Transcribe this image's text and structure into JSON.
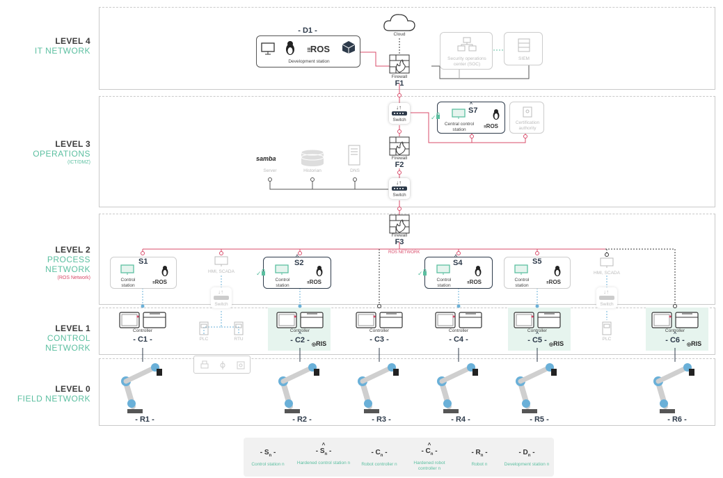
{
  "levels": [
    {
      "title": "LEVEL 4",
      "name": "IT NETWORK",
      "sub": ""
    },
    {
      "title": "LEVEL 3",
      "name": "OPERATIONS",
      "sub": "(ICT/DMZ)"
    },
    {
      "title": "LEVEL 2",
      "name": "PROCESS NETWORK",
      "sub": "(ROS Network)"
    },
    {
      "title": "LEVEL 1",
      "name": "CONTROL NETWORK",
      "sub": ""
    },
    {
      "title": "LEVEL 0",
      "name": "FIELD NETWORK",
      "sub": ""
    }
  ],
  "level4": {
    "cloud": "Cloud",
    "dev_id": "- D1 -",
    "dev_label": "Development station",
    "ros": "ROS",
    "firewall": "Firewall",
    "firewall_id": "F1",
    "soc": "Security operations center (SOC)",
    "siem": "SIEM"
  },
  "level3": {
    "switch": "Switch",
    "firewall": "Firewall",
    "firewall_id": "F2",
    "s7_id": "S7",
    "s7_label": "Central control station",
    "ros": "ROS",
    "cert": "Certification authority",
    "server_logo": "samba",
    "server": "Server",
    "historian": "Historian",
    "dns": "DNS",
    "switch2": "Switch"
  },
  "level2": {
    "firewall": "Firewall",
    "firewall_id": "F3",
    "ros_network": "ROS NETWORK",
    "stations": [
      {
        "id": "S1",
        "label": "Control station",
        "ros": "ROS"
      },
      {
        "id": "S2",
        "label": "Control station",
        "ros": "ROS"
      },
      {
        "id": "S4",
        "label": "Control station",
        "ros": "ROS"
      },
      {
        "id": "S5",
        "label": "Control station",
        "ros": "ROS"
      }
    ],
    "hmi1": "HMI, SCADA",
    "hmi2": "HMI, SCADA",
    "switch_a": "Switch",
    "switch_b": "Switch"
  },
  "level1": {
    "controller": "Controller",
    "controllers": [
      "C1",
      "C2",
      "C3",
      "C4",
      "C5",
      "C6"
    ],
    "ris": "RIS",
    "plc1": "PLC",
    "rtu": "RTU",
    "plc2": "PLC"
  },
  "level0": {
    "robots": [
      "R1",
      "R2",
      "R3",
      "R4",
      "R5",
      "R6"
    ]
  },
  "legend": [
    {
      "key": "S",
      "desc": "Control station n"
    },
    {
      "key": "S",
      "desc": "Hardened control station n"
    },
    {
      "key": "C",
      "desc": "Robot controller n"
    },
    {
      "key": "C",
      "desc": "Hardened robot controller n"
    },
    {
      "key": "R",
      "desc": "Robot n"
    },
    {
      "key": "D",
      "desc": "Development station n"
    }
  ],
  "colors": {
    "accent": "#5bbfa0",
    "ros_line": "#d94b6a",
    "dark": "#2d3a4a",
    "robot_blue": "#6ab0d8"
  }
}
